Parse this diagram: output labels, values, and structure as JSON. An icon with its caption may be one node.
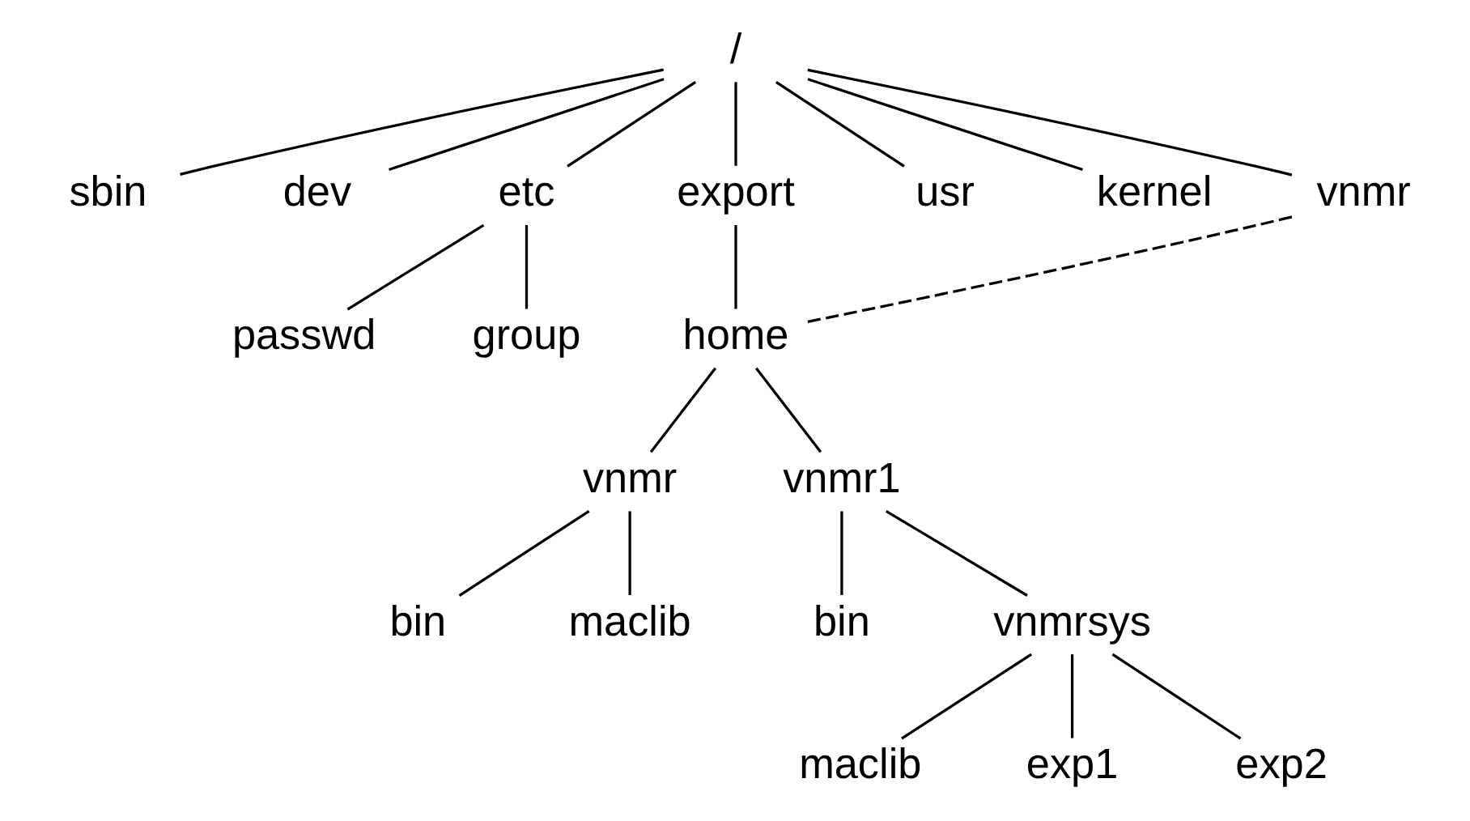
{
  "diagram": {
    "nodes": [
      {
        "text": [
          "/"
        ]
      },
      {
        "text": [
          "sbin"
        ]
      },
      {
        "text": [
          "dev"
        ]
      },
      {
        "text": [
          "etc"
        ]
      },
      {
        "text": [
          "export"
        ]
      },
      {
        "text": [
          "usr"
        ]
      },
      {
        "text": [
          "kernel"
        ]
      },
      {
        "text": [
          "vnmr"
        ]
      },
      {
        "text": [
          "passwd"
        ]
      },
      {
        "text": [
          "group"
        ]
      },
      {
        "text": [
          "home"
        ]
      },
      {
        "text": [
          "vnmr"
        ]
      },
      {
        "text": [
          "vnmr1"
        ]
      },
      {
        "text": [
          "bin"
        ]
      },
      {
        "text": [
          "maclib"
        ]
      },
      {
        "text": [
          "bin"
        ]
      },
      {
        "text": [
          "vnmrsys"
        ]
      },
      {
        "text": [
          "maclib"
        ]
      },
      {
        "text": [
          "exp1"
        ]
      },
      {
        "text": [
          "exp2"
        ]
      }
    ],
    "edges": [
      {
        "from": 0,
        "to": 1,
        "arrow": "none"
      },
      {
        "from": 0,
        "to": 2,
        "arrow": "none"
      },
      {
        "from": 0,
        "to": 3,
        "arrow": "none"
      },
      {
        "from": 0,
        "to": 4,
        "arrow": "none"
      },
      {
        "from": 0,
        "to": 5,
        "arrow": "none"
      },
      {
        "from": 0,
        "to": 6,
        "arrow": "none"
      },
      {
        "from": 0,
        "to": 7,
        "arrow": "none"
      },
      {
        "from": 3,
        "to": 8,
        "arrow": "none"
      },
      {
        "from": 3,
        "to": 9,
        "arrow": "none"
      },
      {
        "from": 4,
        "to": 10,
        "arrow": "none"
      },
      {
        "from": 7,
        "to": 10,
        "arrow": "none",
        "style": "dashed"
      },
      {
        "from": 10,
        "to": 11,
        "arrow": "none"
      },
      {
        "from": 10,
        "to": 12,
        "arrow": "none"
      },
      {
        "from": 11,
        "to": 13,
        "arrow": "none"
      },
      {
        "from": 11,
        "to": 14,
        "arrow": "none"
      },
      {
        "from": 12,
        "to": 15,
        "arrow": "none"
      },
      {
        "from": 12,
        "to": 16,
        "arrow": "none"
      },
      {
        "from": 16,
        "to": 17,
        "arrow": "none"
      },
      {
        "from": 16,
        "to": 18,
        "arrow": "none"
      },
      {
        "from": 16,
        "to": 19,
        "arrow": "none"
      }
    ]
  }
}
